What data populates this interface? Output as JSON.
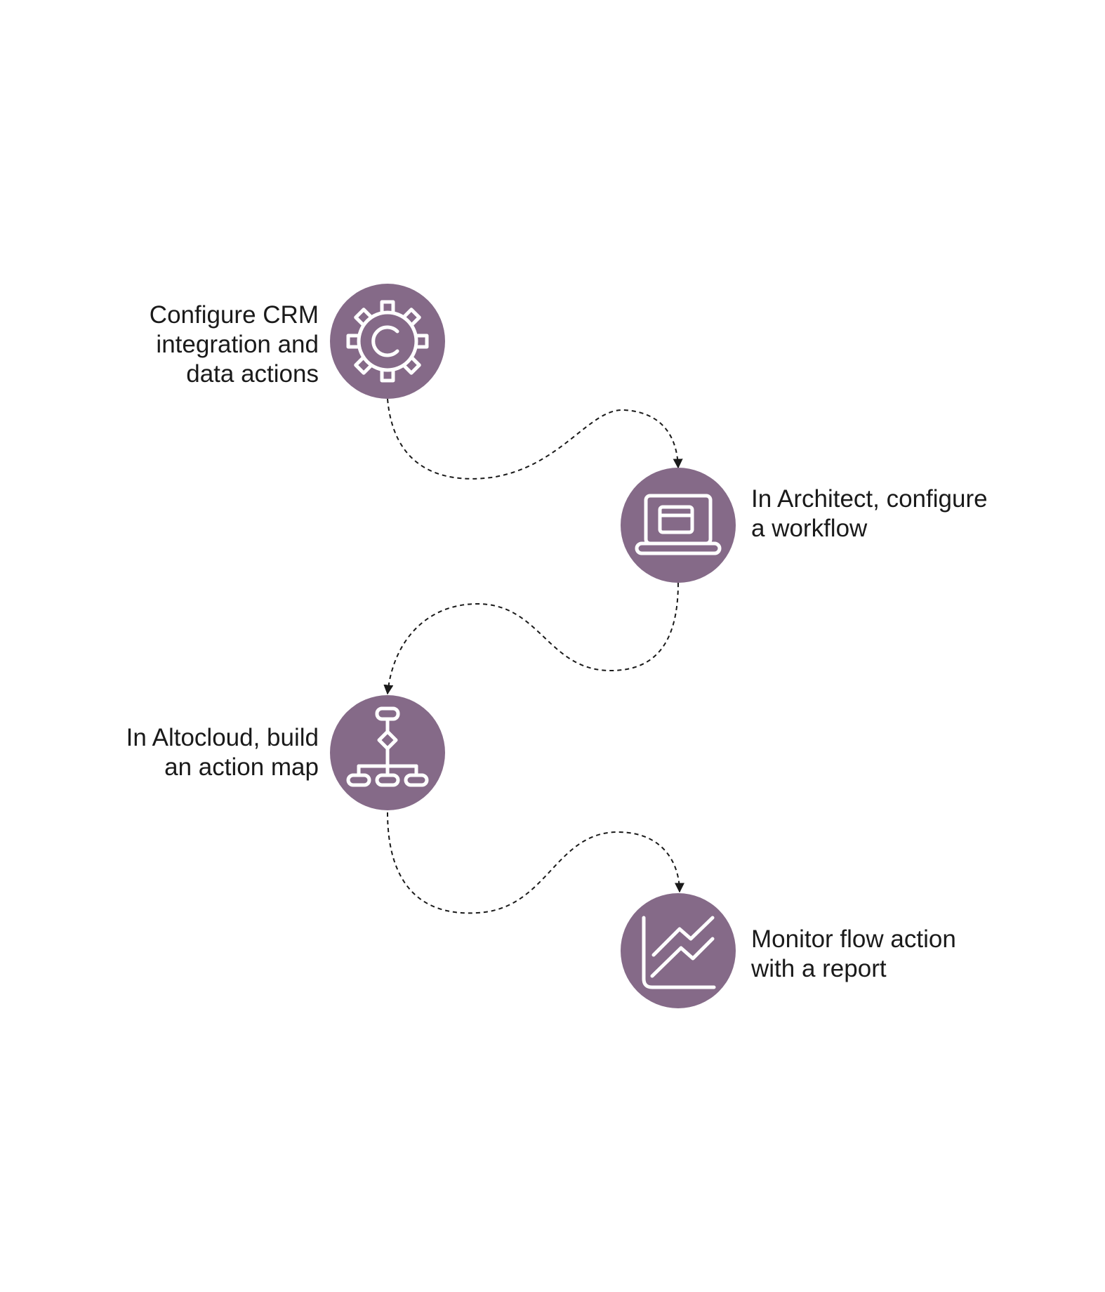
{
  "colors": {
    "circle_fill": "#856a88",
    "icon_stroke": "#ffffff",
    "connector": "#1a1a1a",
    "text": "#1a1a1a"
  },
  "steps": [
    {
      "icon": "gear-icon",
      "label_lines": [
        "Configure CRM",
        "integration and",
        "data actions"
      ]
    },
    {
      "icon": "laptop-icon",
      "label_lines": [
        "In Architect, configure",
        "a workflow"
      ]
    },
    {
      "icon": "flowchart-icon",
      "label_lines": [
        "In Altocloud, build",
        "an action map"
      ]
    },
    {
      "icon": "line-chart-icon",
      "label_lines": [
        "Monitor flow action",
        "with a report"
      ]
    }
  ]
}
